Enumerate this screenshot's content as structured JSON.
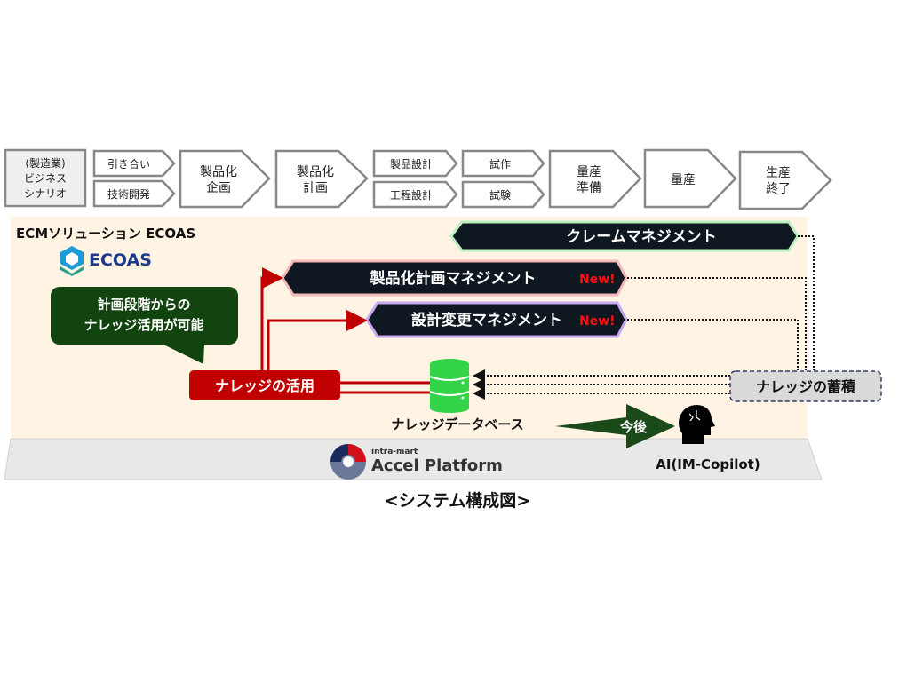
{
  "process": {
    "scenario": [
      "(製造業)",
      "ビジネス",
      "シナリオ"
    ],
    "inquiry": "引き合い",
    "tech_dev": "技術開発",
    "product_planning": [
      "製品化",
      "企画"
    ],
    "product_plan": [
      "製品化",
      "計画"
    ],
    "product_design": "製品設計",
    "process_design": "工程設計",
    "prototype": "試作",
    "test": "試験",
    "mass_prep": [
      "量産",
      "準備"
    ],
    "mass_production": "量産",
    "end_of_production": [
      "生産",
      "終了"
    ]
  },
  "ecm": {
    "title": "ECMソリューション ECOAS",
    "logo_text": "ECOAS",
    "claim_management": "クレームマネジメント",
    "product_plan_management": "製品化計画マネジメント",
    "design_change_management": "設計変更マネジメント",
    "new_badge": "New!",
    "callout": [
      "計画段階からの",
      "ナレッジ活用が可能"
    ],
    "knowledge_use": "ナレッジの活用",
    "knowledge_db": "ナレッジデータベース",
    "knowledge_accumulation": "ナレッジの蓄積",
    "future": "今後",
    "ai_label": "AI(IM-Copilot)"
  },
  "platform": {
    "brand_small": "intra-mart",
    "brand": "Accel Platform"
  },
  "caption": "<システム構成図>",
  "colors": {
    "dark_bar": "#0f1720",
    "callout_green": "#11440f",
    "red": "#c00000",
    "db_green": "#33d448",
    "peach": "#fff3e4"
  }
}
